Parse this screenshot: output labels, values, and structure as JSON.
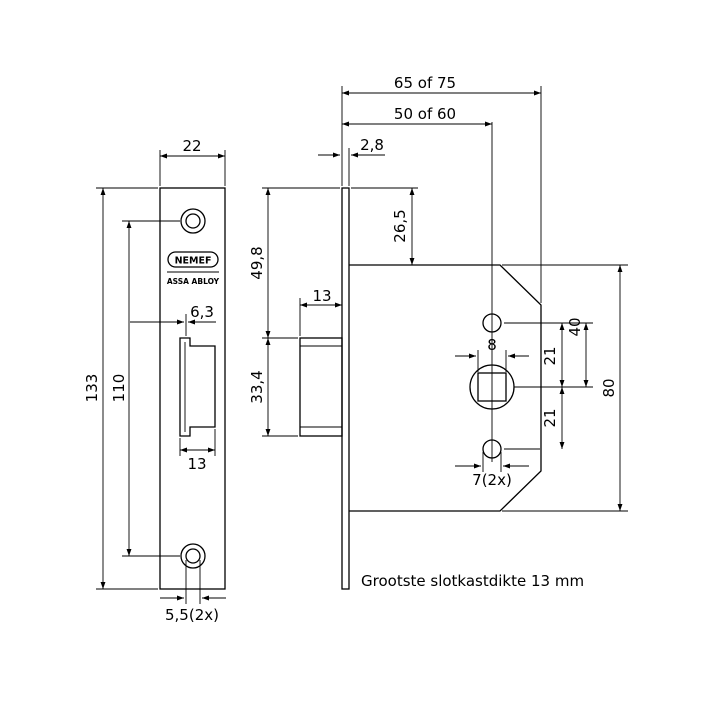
{
  "brand": {
    "logo": "NEMEF",
    "sub": "ASSA ABLOY"
  },
  "faceplate_dims": {
    "width": "22",
    "height_total": "133",
    "hole_spacing": "110",
    "latch_offset": "6,3",
    "latch_width": "13",
    "hole_diameter": "5,5(2x)"
  },
  "side_dims": {
    "backset_max": "65 of 75",
    "backset": "50 of 60",
    "plate_thickness": "2,8",
    "top_offset": "26,5",
    "latch_height": "49,8",
    "latch_projection": "13",
    "latch_depth": "33,4",
    "spindle": "8",
    "hole_spacing_half": "40",
    "spindle_to_hole_top": "21",
    "spindle_to_hole_bottom": "21",
    "case_height": "80",
    "screw_holes": "7(2x)"
  },
  "note": "Grootste slotkastdikte 13 mm"
}
